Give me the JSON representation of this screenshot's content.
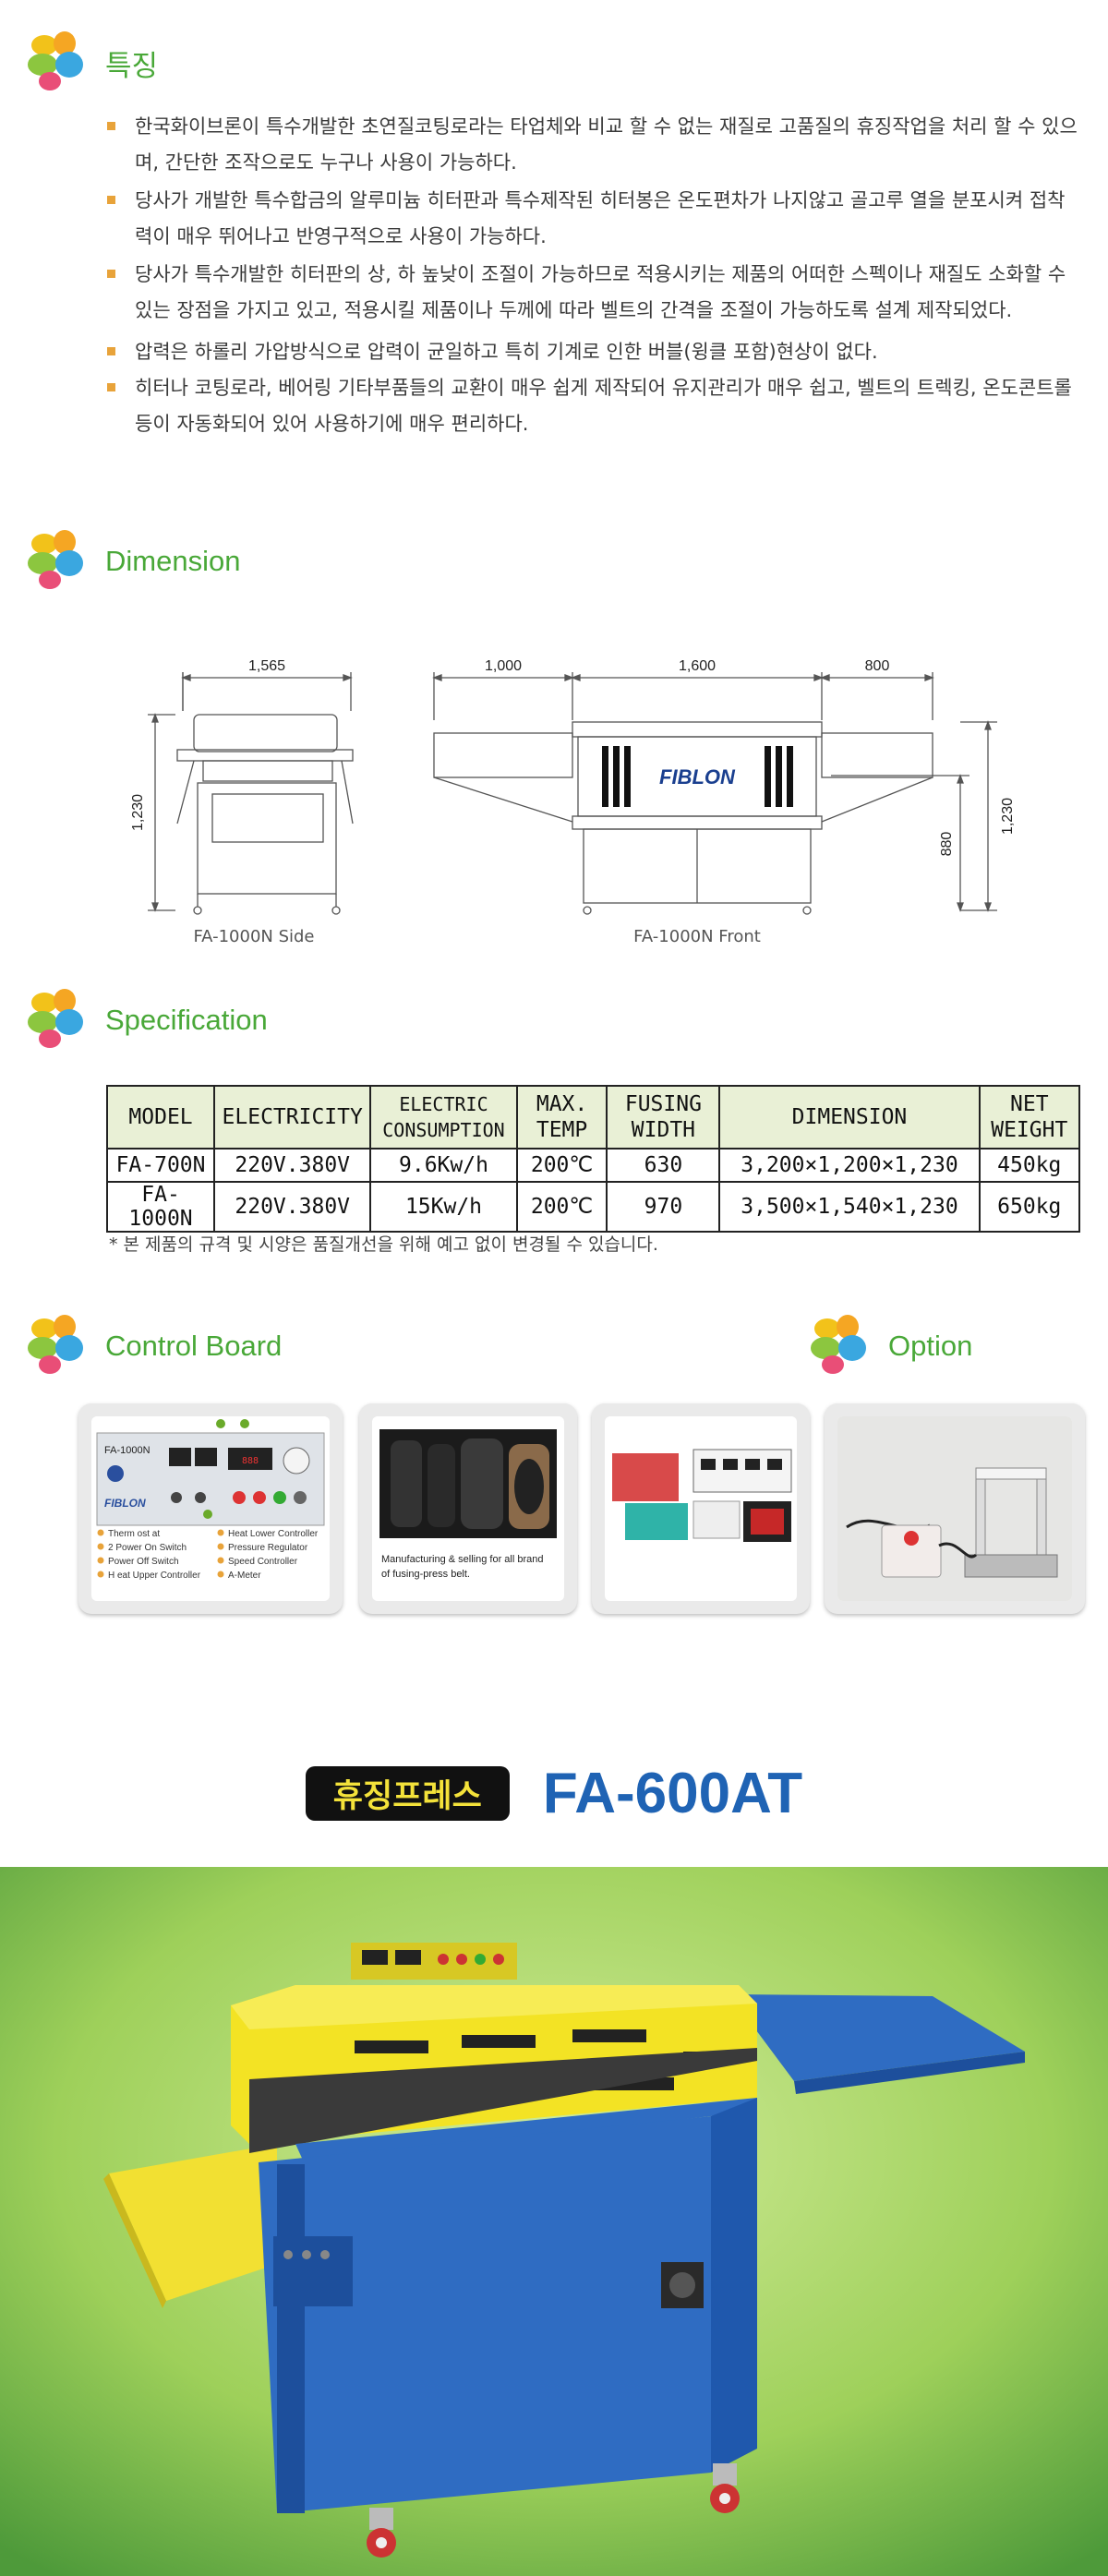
{
  "sections": {
    "features_title": "특징",
    "dimension_title": "Dimension",
    "specification_title": "Specification",
    "control_board_title": "Control Board",
    "option_title": "Option"
  },
  "features": [
    "한국화이브론이 특수개발한 초연질코팅로라는 타업체와 비교 할 수 없는 재질로 고품질의 휴징작업을 처리 할 수 있으며, 간단한 조작으로도 누구나 사용이 가능하다.",
    "당사가 개발한 특수합금의 알루미늄 히터판과 특수제작된 히터봉은 온도편차가 나지않고 골고루 열을 분포시켜 접착력이 매우 뛰어나고 반영구적으로 사용이 가능하다.",
    "당사가 특수개발한 히터판의 상, 하 높낮이 조절이 가능하므로 적용시키는 제품의 어떠한 스펙이나 재질도 소화할 수 있는 장점을 가지고 있고, 적용시킬 제품이나 두께에 따라 벨트의 간격을 조절이 가능하도록 설계 제작되었다.",
    "압력은 하롤리 가압방식으로 압력이 균일하고 특히 기계로 인한 버블(윙클 포함)현상이 없다.",
    "히터나 코팅로라, 베어링 기타부품들의 교환이 매우 쉽게 제작되어 유지관리가 매우 쉽고, 벨트의 트렉킹, 온도콘트롤 등이 자동화되어 있어 사용하기에 매우 편리하다."
  ],
  "dimension": {
    "side_width": "1,565",
    "front_left": "1,000",
    "front_mid": "1,600",
    "front_right": "800",
    "height": "1,230",
    "table_height": "880",
    "brand": "FIBLON",
    "side_label": "FA-1000N Side",
    "front_label": "FA-1000N Front"
  },
  "spec": {
    "headers": [
      "MODEL",
      "ELECTRICITY",
      "ELECTRIC CONSUMPTION",
      "MAX. TEMP",
      "FUSING WIDTH",
      "DIMENSION",
      "NET WEIGHT"
    ],
    "rows": [
      [
        "FA-700N",
        "220V.380V",
        "9.6Kw/h",
        "200℃",
        "630",
        "3,200×1,200×1,230",
        "450kg"
      ],
      [
        "FA-1000N",
        "220V.380V",
        "15Kw/h",
        "200℃",
        "970",
        "3,500×1,540×1,230",
        "650kg"
      ]
    ],
    "note": "* 본 제품의 규격 및 시양은 품질개선을 위해 예고 없이 변경될 수 있습니다."
  },
  "control_board": {
    "panel_model": "FA-1000N",
    "panel_brand": "FIBLON",
    "legend": [
      "Therm ost at",
      "2 Power On Switch",
      "Power Off Switch",
      "H eat Upper Controller",
      "Heat Lower Controller",
      "Pressure Regulator",
      "Speed Controller",
      "A-Meter"
    ],
    "belt_caption_1": "Manufacturing & selling for all brand",
    "belt_caption_2": "of fusing-press belt."
  },
  "product": {
    "badge": "휴징프레스",
    "model": "FA-600AT"
  },
  "colors": {
    "accent_green": "#49a838",
    "title_blue": "#1f63b4",
    "badge_yellow": "#f4e23a",
    "bullet_orange": "#e8a33a",
    "table_header_bg": "#e9f0d6"
  }
}
